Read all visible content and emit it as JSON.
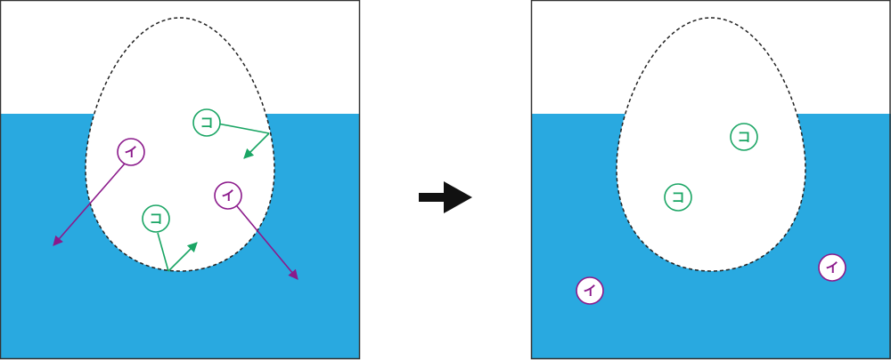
{
  "colors": {
    "water": "#29a9e0",
    "border": "#333333",
    "membrane": "#222222",
    "particle_ko": "#1aa564",
    "particle_i": "#8b1a8b",
    "arrow": "#111111"
  },
  "panels": {
    "before": {
      "particles": [
        {
          "label": "イ",
          "kind": "i"
        },
        {
          "label": "コ",
          "kind": "ko"
        },
        {
          "label": "イ",
          "kind": "i"
        },
        {
          "label": "コ",
          "kind": "ko"
        }
      ]
    },
    "after": {
      "particles": [
        {
          "label": "コ",
          "kind": "ko"
        },
        {
          "label": "コ",
          "kind": "ko"
        },
        {
          "label": "イ",
          "kind": "i"
        },
        {
          "label": "イ",
          "kind": "i"
        }
      ]
    }
  },
  "transition_arrow_icon": "right-arrow-icon"
}
